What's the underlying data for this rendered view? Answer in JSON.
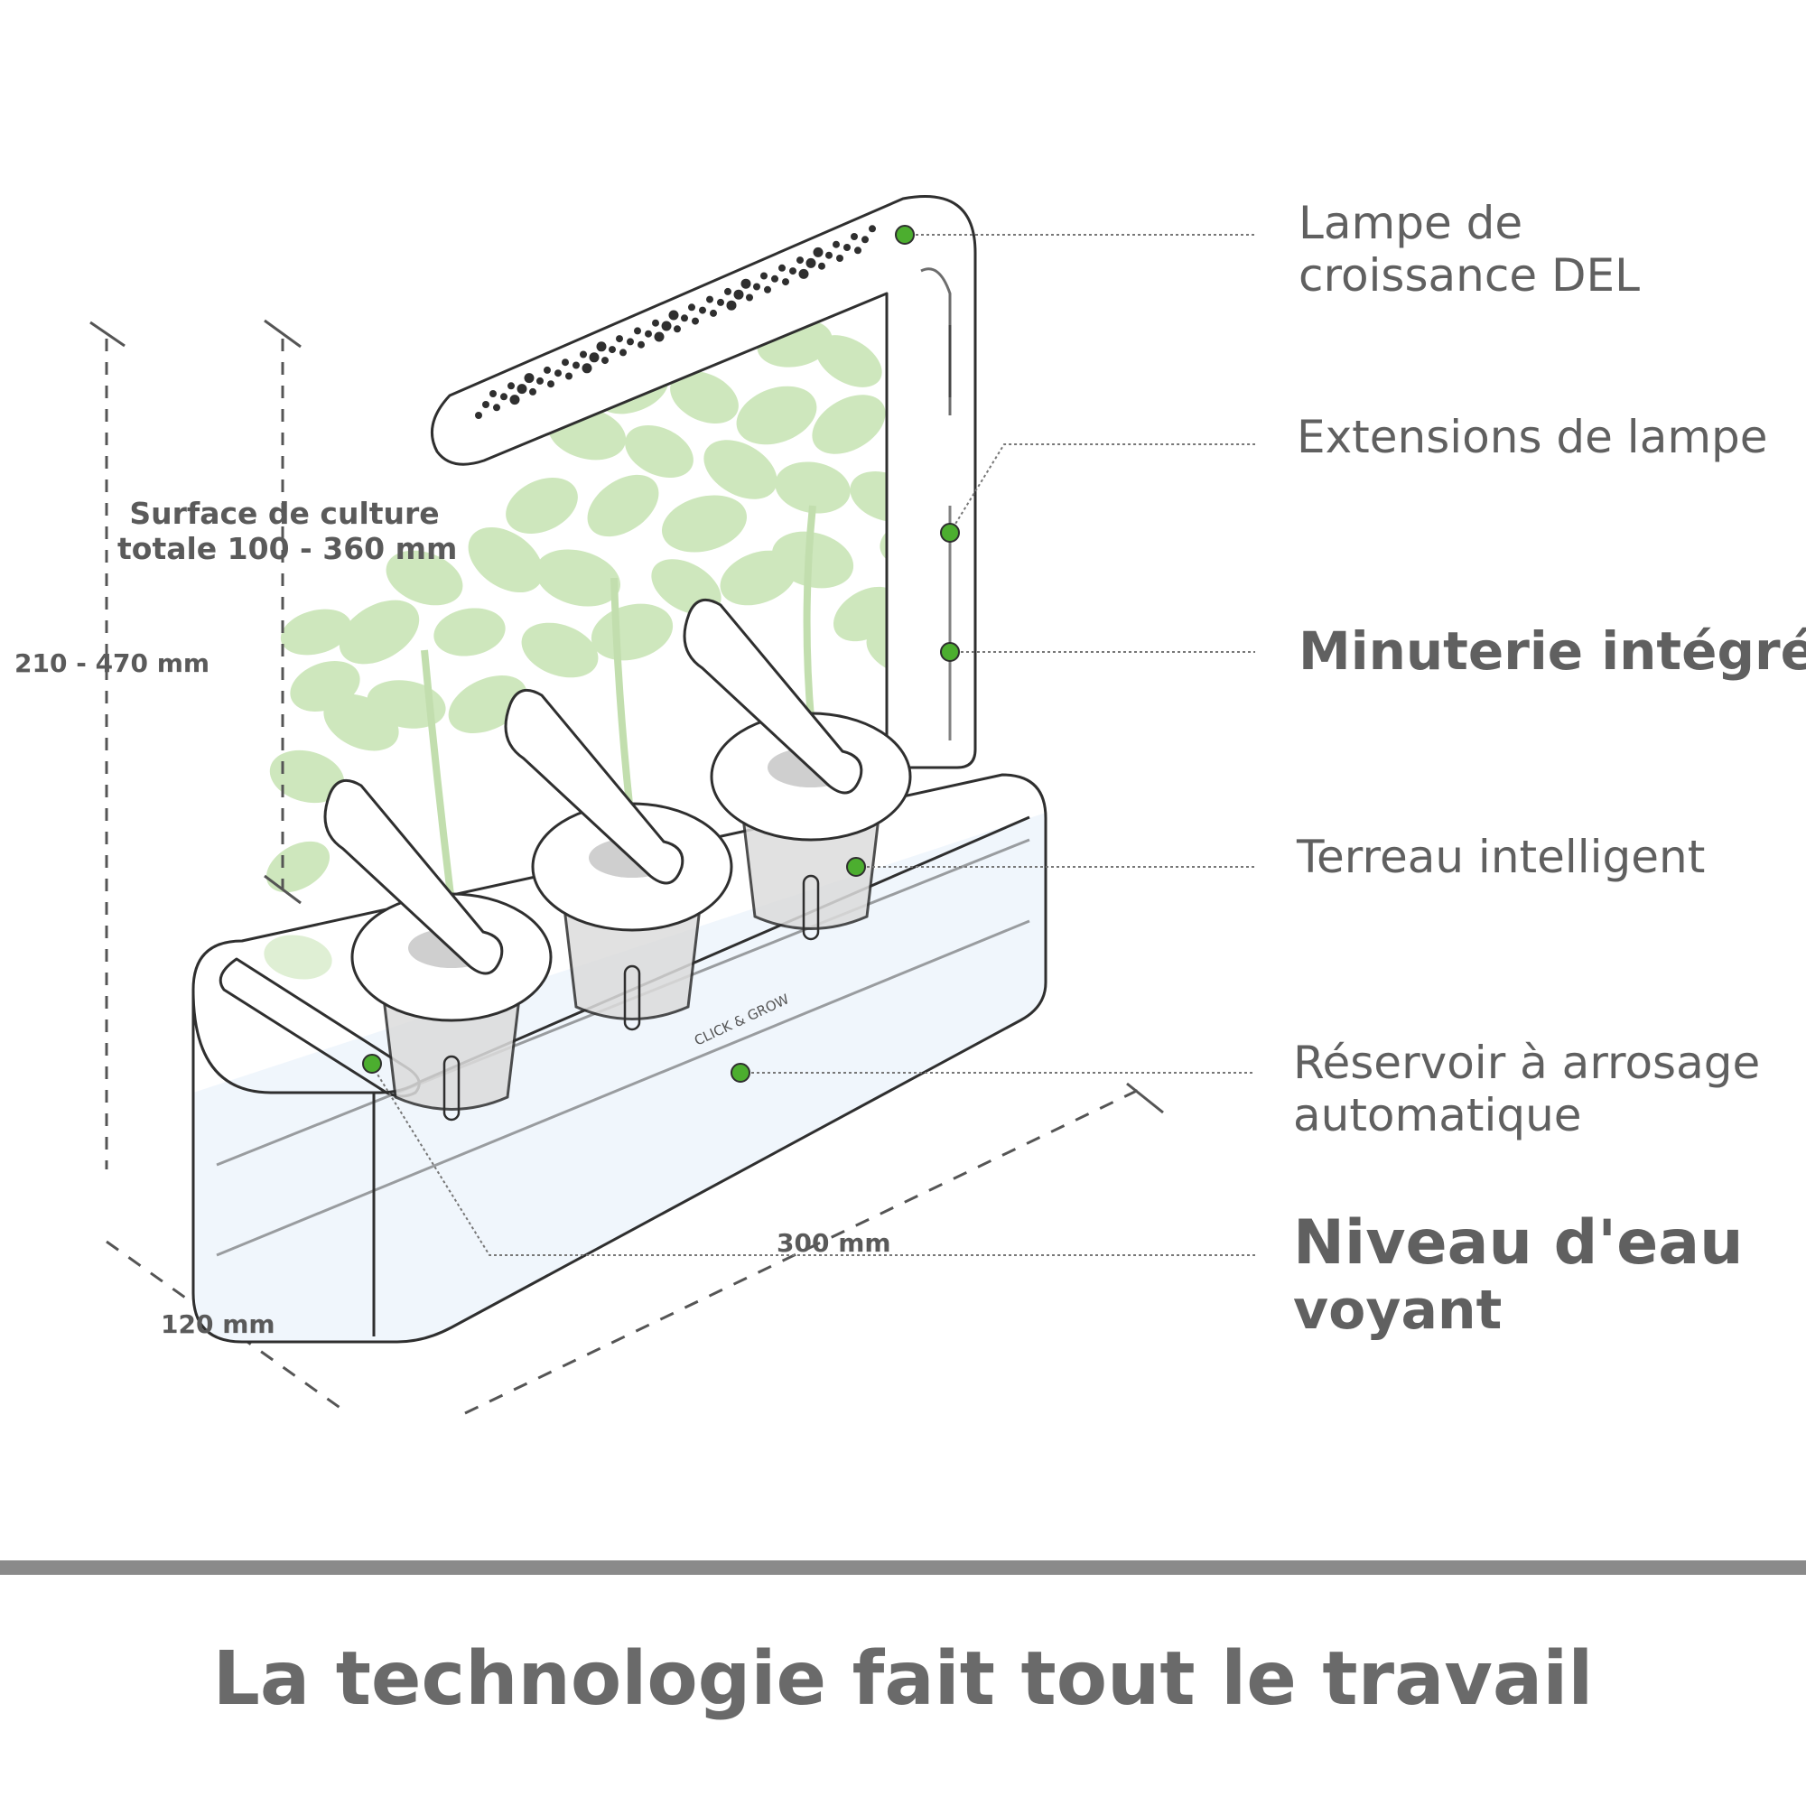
{
  "features": {
    "lamp": [
      "Lampe de",
      "croissance DEL"
    ],
    "extensions": "Extensions de lampe",
    "timer": "Minuterie intégrée",
    "soil": "Terreau intelligent",
    "reservoir": [
      "Réservoir à arrosage",
      "automatique"
    ],
    "water_level": [
      "Niveau d'eau",
      "voyant"
    ]
  },
  "dimensions": {
    "height": "210 - 470 mm",
    "growing_area": [
      "Surface de culture",
      "totale 100 - 360 mm"
    ],
    "length": "300 mm",
    "depth": "120 mm"
  },
  "brand": "CLICK & GROW",
  "tagline": "La technologie fait tout le travail",
  "colors": {
    "marker": "#4cae2f",
    "outline": "#2f2f2f",
    "leaf": "#c6e3b1",
    "water": "#e9f1fa",
    "label_text": "#606060",
    "footer_bar": "#8a8a8a"
  }
}
